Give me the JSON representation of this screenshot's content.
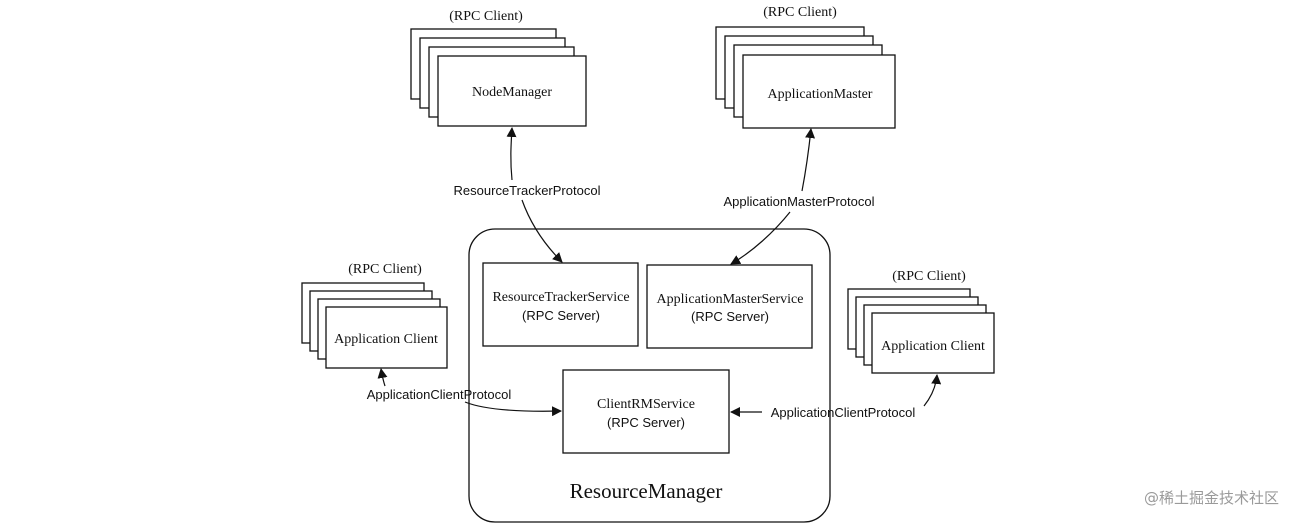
{
  "rm": {
    "title": "ResourceManager"
  },
  "services": {
    "tracker": {
      "name": "ResourceTrackerService",
      "sub": "(RPC Server)"
    },
    "master": {
      "name": "ApplicationMasterService",
      "sub": "(RPC Server)"
    },
    "client": {
      "name": "ClientRMService",
      "sub": "(RPC Server)"
    }
  },
  "clients": {
    "nodemanager": {
      "role": "(RPC Client)",
      "name": "NodeManager"
    },
    "appmaster": {
      "role": "(RPC Client)",
      "name": "ApplicationMaster"
    },
    "appclient_left": {
      "role": "(RPC Client)",
      "name": "Application Client"
    },
    "appclient_right": {
      "role": "(RPC Client)",
      "name": "Application Client"
    }
  },
  "protocols": {
    "tracker": "ResourceTrackerProtocol",
    "master": "ApplicationMasterProtocol",
    "client_left": "ApplicationClientProtocol",
    "client_right": "ApplicationClientProtocol"
  },
  "watermark": "@稀土掘金技术社区"
}
